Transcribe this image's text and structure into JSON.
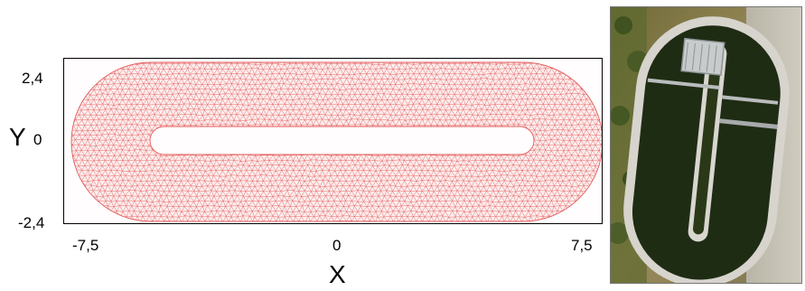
{
  "axes": {
    "x_label": "X",
    "y_label": "Y",
    "x_ticks": [
      "-7,5",
      "0",
      "7,5"
    ],
    "y_ticks": [
      "2,4",
      "0",
      "-2,4"
    ]
  },
  "mesh": {
    "shape": "racetrack (stadium) with central slot",
    "x_range": [
      -7.5,
      7.5
    ],
    "y_range": [
      -2.4,
      2.4
    ],
    "mesh_color": "#e35a5a",
    "fill_color": "#fdeeee"
  },
  "photo": {
    "subject": "aerial view of raceway pond",
    "water_color": "#1f2c14",
    "wall_color": "#d8d6cf"
  }
}
